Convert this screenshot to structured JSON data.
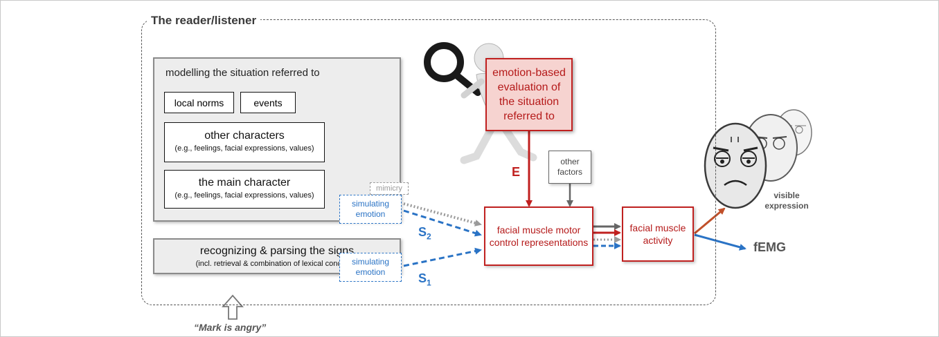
{
  "outer_title": "The reader/listener",
  "situation_panel": {
    "heading": "modelling the situation referred to",
    "local_norms": "local norms",
    "events": "events",
    "other_characters": "other characters",
    "other_characters_detail": "(e.g., feelings, facial expressions, values)",
    "main_character": "the main character",
    "main_character_detail": "(e.g., feelings, facial expressions, values)"
  },
  "signs_panel": {
    "title": "recognizing & parsing the signs",
    "detail": "(incl. retrieval & combination of lexical concepts)"
  },
  "mimicry": "mimicry",
  "simulating_emotion": "simulating emotion",
  "emotion_box": "emotion-based evaluation of the situation referred to",
  "e_label": "E",
  "s2": {
    "letter": "S",
    "sub": "2"
  },
  "s1": {
    "letter": "S",
    "sub": "1"
  },
  "other_factors": "other factors",
  "motor_control": "facial muscle motor control representations",
  "muscle_activity": "facial muscle activity",
  "visible_expression": "visible expression",
  "femg": "fEMG",
  "input_quote": "“Mark is angry”",
  "colors": {
    "blue": "#2a73c5",
    "red": "#c0201f",
    "grey": "#666666"
  }
}
